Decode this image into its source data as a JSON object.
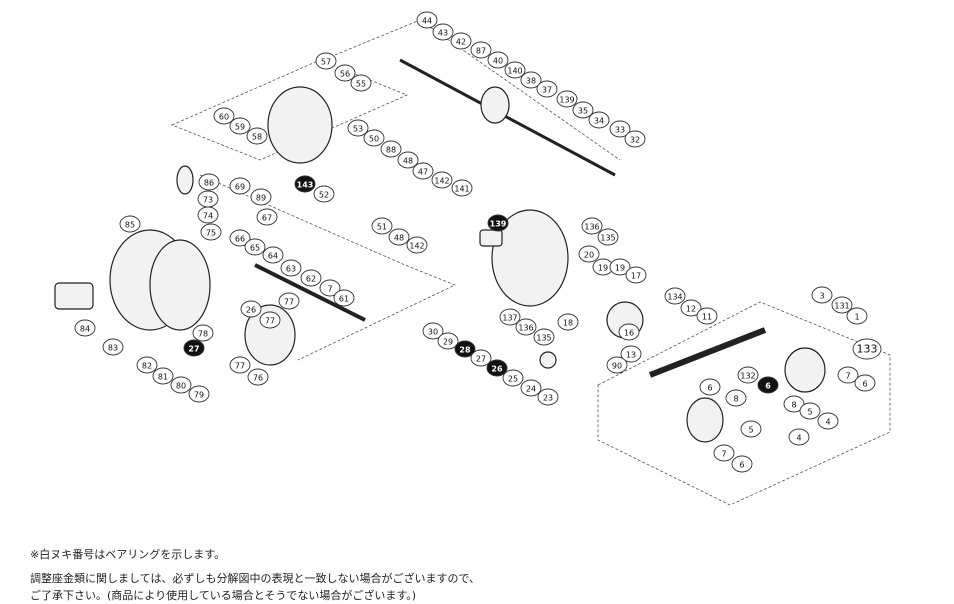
{
  "diagram": {
    "part_labels": [
      "44",
      "43",
      "42",
      "87",
      "40",
      "140",
      "38",
      "37",
      "139",
      "35",
      "34",
      "33",
      "32",
      "57",
      "56",
      "55",
      "60",
      "59",
      "58",
      "53",
      "50",
      "88",
      "48",
      "47",
      "142",
      "141",
      "143",
      "52",
      "51",
      "48",
      "142",
      "86",
      "69",
      "89",
      "73",
      "74",
      "75",
      "67",
      "66",
      "65",
      "64",
      "63",
      "62",
      "7",
      "61",
      "85",
      "84",
      "83",
      "26",
      "77",
      "77",
      "78",
      "27",
      "77",
      "76",
      "82",
      "81",
      "80",
      "79",
      "139",
      "136",
      "135",
      "20",
      "19",
      "19",
      "17",
      "18",
      "134",
      "12",
      "11",
      "16",
      "13",
      "90",
      "137",
      "136",
      "135",
      "30",
      "29",
      "28",
      "27",
      "26",
      "25",
      "24",
      "23",
      "3",
      "131",
      "1",
      "133",
      "132",
      "6",
      "7",
      "6",
      "8",
      "5",
      "4",
      "6",
      "8",
      "5",
      "4",
      "7",
      "6"
    ],
    "highlighted_labels": [
      "143",
      "139",
      "29",
      "27",
      "27",
      "133"
    ]
  },
  "notes": {
    "bearing": "※白ヌキ番号はベアリングを示します。",
    "line1": "調整座金類に関しましては、必ずしも分解図中の表現と一致しない場合がございますので、",
    "line2": "ご了承下さい。(商品により使用している場合とそうでない場合がございます。)"
  }
}
